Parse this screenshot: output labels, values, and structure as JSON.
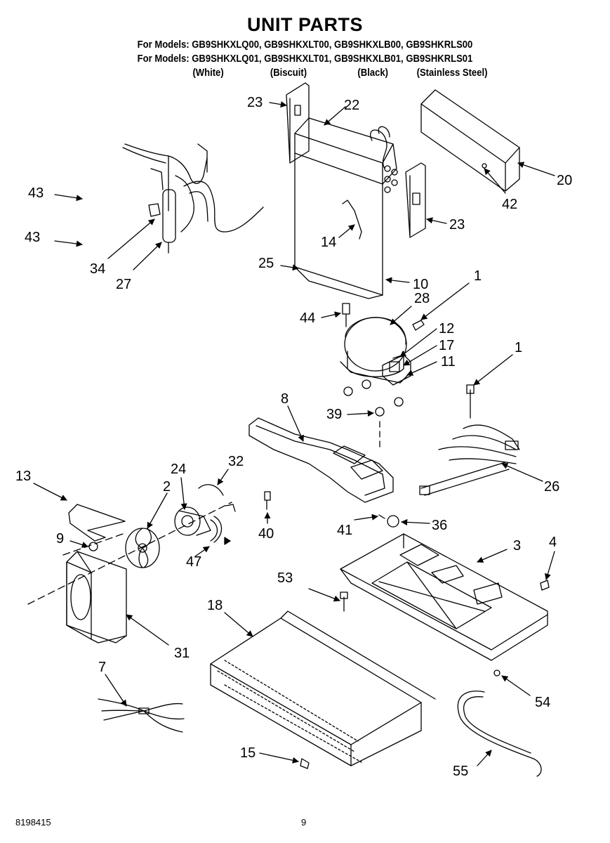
{
  "header": {
    "title": "UNIT PARTS",
    "models_line_1": "For Models: GB9SHKXLQ00, GB9SHKXLT00, GB9SHKXLB00, GB9SHKRLS00",
    "models_line_2": "For Models: GB9SHKXLQ01, GB9SHKXLT01, GB9SHKXLB01, GB9SHKRLS01",
    "colors": [
      "(White)",
      "(Biscuit)",
      "(Black)",
      "(Stainless Steel)"
    ]
  },
  "callouts": {
    "c23a": "23",
    "c22": "22",
    "c20": "20",
    "c42": "42",
    "c23b": "23",
    "c43a": "43",
    "c43b": "43",
    "c34": "34",
    "c27": "27",
    "c14": "14",
    "c25": "25",
    "c10": "10",
    "c1a": "1",
    "c28": "28",
    "c44": "44",
    "c12": "12",
    "c17": "17",
    "c11": "11",
    "c1b": "1",
    "c8": "8",
    "c39": "39",
    "c13": "13",
    "c24": "24",
    "c32": "32",
    "c2": "2",
    "c26": "26",
    "c9": "9",
    "c40": "40",
    "c47": "47",
    "c41": "41",
    "c36": "36",
    "c3": "3",
    "c4": "4",
    "c53": "53",
    "c18": "18",
    "c31": "31",
    "c7": "7",
    "c54": "54",
    "c15": "15",
    "c55": "55"
  },
  "footer": {
    "doc_number": "8198415",
    "page_number": "9"
  }
}
